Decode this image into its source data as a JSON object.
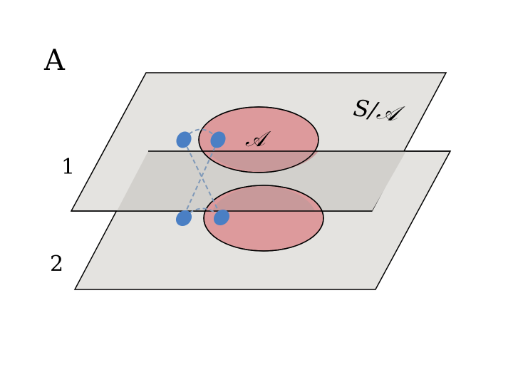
{
  "panel_label": "A",
  "layers": [
    {
      "label": "1",
      "set_label": "𝒜",
      "quotient_label": "S/𝒜"
    },
    {
      "label": "2"
    }
  ],
  "colors": {
    "plane_fill": "#e4e3e0",
    "plane_overlap_fill": "#d2d0cc",
    "plane_stroke": "#000000",
    "set_fill": "#dd9a9c",
    "set_overlap_fill": "#c8999a",
    "set_stroke": "#000000",
    "node_fill": "#4a7fc4",
    "link_stroke": "#7e98b8"
  }
}
